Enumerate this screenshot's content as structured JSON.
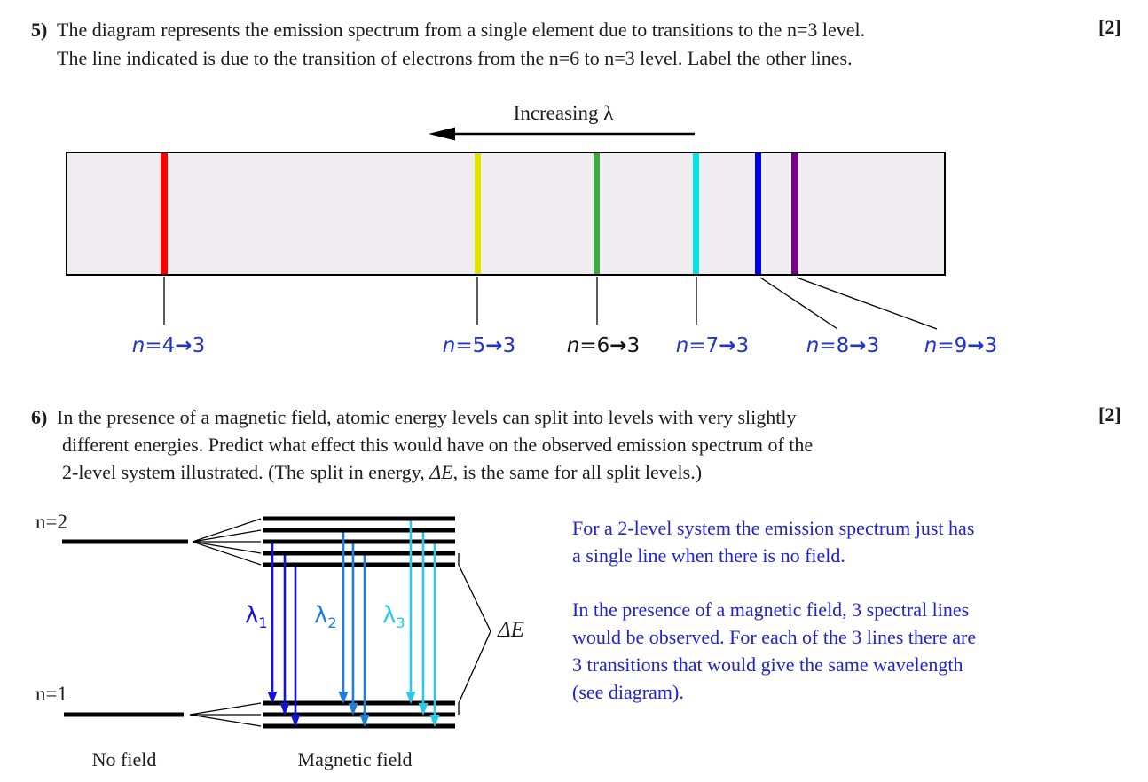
{
  "q5": {
    "number": "5)",
    "line1": "The diagram represents the emission spectrum from a single element due to transitions to the n=3 level.",
    "line2": "The line indicated is due to the transition of electrons from the n=6 to n=3 level. Label the other lines.",
    "marks": "[2]"
  },
  "spectrum": {
    "arrow_label": "Increasing λ",
    "band_color": "#efedef",
    "lines": [
      {
        "name": "red-line",
        "color": "#ff0000"
      },
      {
        "name": "yellow-line",
        "color": "#e3e300"
      },
      {
        "name": "green-line",
        "color": "#3faa3f"
      },
      {
        "name": "cyan-line",
        "color": "#00e5e5"
      },
      {
        "name": "blue-line",
        "color": "#0000ee"
      },
      {
        "name": "purple-line",
        "color": "#770088"
      }
    ],
    "labels": [
      {
        "var": "n",
        "eq": "=4",
        "arrow": "→",
        "to": "3",
        "color": "#2233cc"
      },
      {
        "var": "n",
        "eq": "=5",
        "arrow": "→",
        "to": "3",
        "color": "#2233cc"
      },
      {
        "var": "n",
        "eq": "=6",
        "arrow": "→",
        "to": "3",
        "color": "#111111"
      },
      {
        "var": "n",
        "eq": "=7",
        "arrow": "→",
        "to": "3",
        "color": "#2233cc"
      },
      {
        "var": "n",
        "eq": "=8",
        "arrow": "→",
        "to": "3",
        "color": "#2233cc"
      },
      {
        "var": "n",
        "eq": "=9",
        "arrow": "→",
        "to": "3",
        "color": "#2233cc"
      }
    ]
  },
  "q6": {
    "number": "6)",
    "line1": "In the presence of a magnetic field, atomic energy levels can split into levels with very slightly",
    "line2": "different energies. Predict what effect this would have on the observed emission spectrum of the",
    "line3_pre": "2-level system illustrated. (The split in energy, ",
    "line3_italic": "ΔE",
    "line3_post": ", is the same for all split levels.)",
    "marks": "[2]"
  },
  "diagram": {
    "upper_level_label": "n=2",
    "lower_level_label": "n=1",
    "upper_sublevel_count": 5,
    "lower_sublevel_count": 3,
    "delta_e_label": "ΔE",
    "no_field_label": "No field",
    "magnetic_field_label": "Magnetic field",
    "lambda_labels": [
      {
        "sym": "λ",
        "sub": "1",
        "color": "#1414cc"
      },
      {
        "sym": "λ",
        "sub": "2",
        "color": "#1e7fd9"
      },
      {
        "sym": "λ",
        "sub": "3",
        "color": "#2cc8ea"
      }
    ]
  },
  "answer": {
    "color": "#2222cc",
    "p1_lines": [
      "For a 2-level system the emission spectrum just has",
      "a single line when there is no field."
    ],
    "p2_lines": [
      "In the presence of a magnetic field, 3 spectral lines",
      "would be observed. For each of the 3 lines there are",
      "3 transitions that would give the same wavelength",
      "(see diagram)."
    ]
  }
}
